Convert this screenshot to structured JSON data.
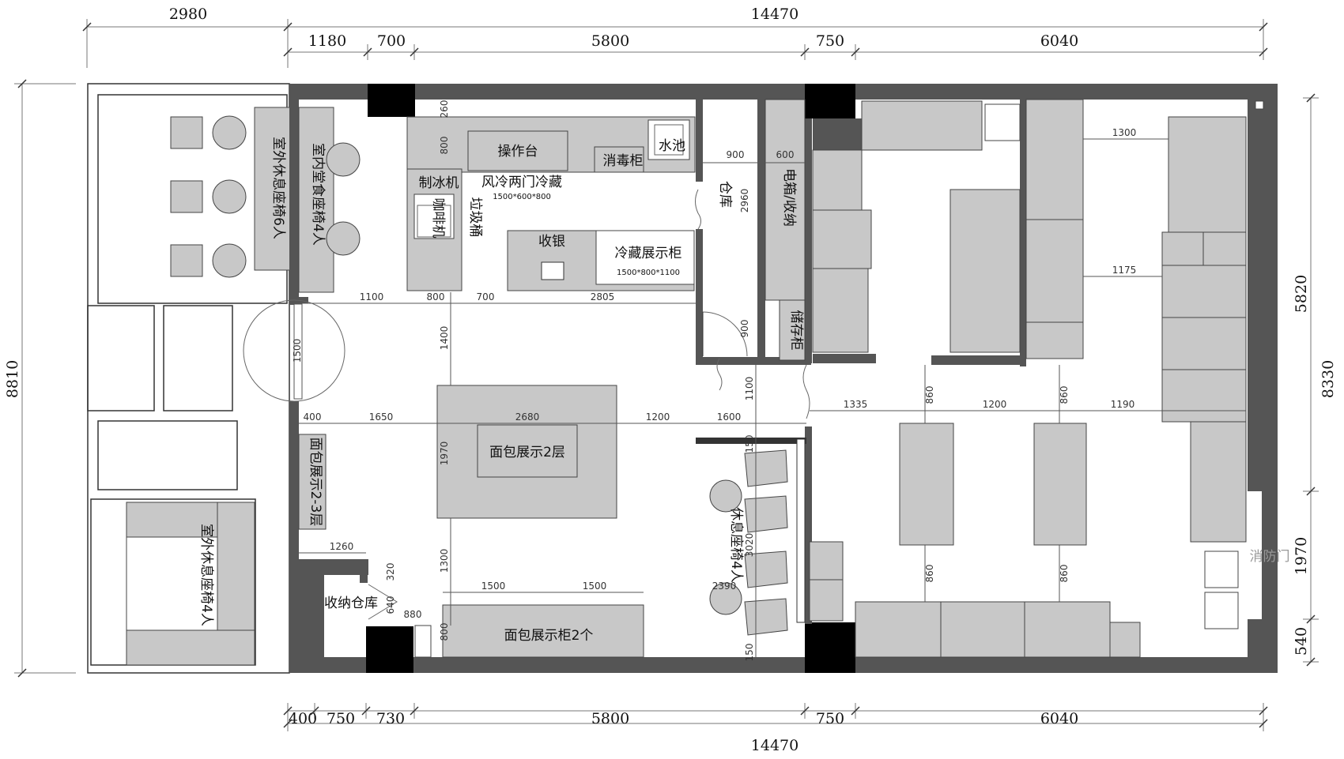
{
  "dims": {
    "top_overall": [
      "2980",
      "14470"
    ],
    "top_segments": [
      "1180",
      "700",
      "5800",
      "750",
      "6040"
    ],
    "bottom_segments": [
      "400",
      "750",
      "730",
      "5800",
      "750",
      "6040"
    ],
    "bottom_overall": "14470",
    "left_overall": "8810",
    "right_overall": "8330",
    "right_segments": [
      "5820",
      "1970",
      "540"
    ]
  },
  "labels": {
    "outdoor_seats_6": "室外休息座椅6人",
    "indoor_seats_4": "室内堂食座椅4人",
    "outdoor_seats_4": "室外休息座椅4人",
    "work_table": "操作台",
    "sink": "水池",
    "sterilizer": "消毒柜",
    "ice_machine": "制冰机",
    "fridge": "风冷两门冷藏",
    "fridge_size": "1500*600*800",
    "coffee_machine": "咖啡机",
    "trash": "垃圾桶",
    "cashier": "收银",
    "display_fridge": "冷藏展示柜",
    "display_fridge_size": "1500*800*1100",
    "warehouse": "仓库",
    "meter_box": "电箱/收纳",
    "storage_cabinet": "储存柜",
    "bread_display_island": "面包展示2层",
    "bread_display_wall": "面包展示2-3层",
    "rest_seats_4": "休息座椅4人",
    "storage_room": "收纳仓库",
    "bread_cabinets": "面包展示柜2个",
    "fire_door": "消防门"
  },
  "inner_dims": {
    "d1300a": "1300",
    "d1175": "1175",
    "d1335": "1335",
    "d1200": "1200",
    "d1190": "1190",
    "d860a": "860",
    "d860b": "860",
    "d860c": "860",
    "d860d": "860",
    "d1100a": "1100",
    "d800a": "800",
    "d700": "700",
    "d2805": "2805",
    "d400": "400",
    "d1650": "1650",
    "d2680": "2680",
    "d1200b": "1200",
    "d1600": "1600",
    "d1500v": "1500",
    "d1400": "1400",
    "d1970": "1970",
    "d1300v": "1300",
    "d900a": "900",
    "d600": "600",
    "d2960": "2960",
    "d900b": "900",
    "d1100b": "1100",
    "d1260": "1260",
    "d320": "320",
    "d640": "640",
    "d880": "880",
    "d1500a": "1500",
    "d1500b": "1500",
    "d2390": "2390",
    "d3020": "3020",
    "d800b": "800",
    "d800c": "800",
    "d260": "260",
    "d150": "150",
    "d150b": "150"
  }
}
